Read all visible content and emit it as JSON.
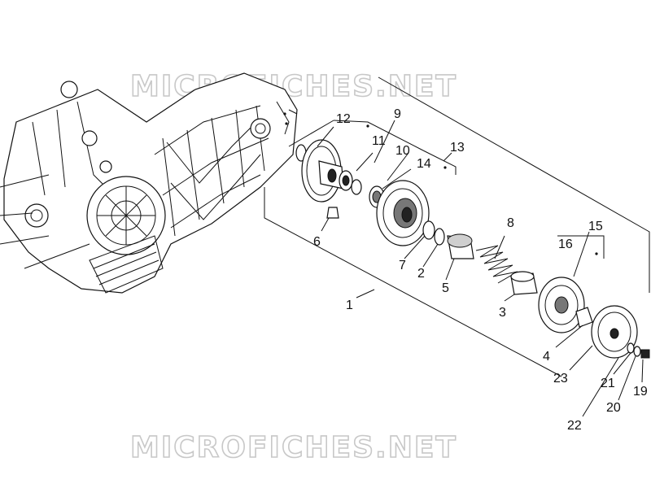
{
  "watermark": {
    "top": "MICROFICHES.NET",
    "bottom": "MICROFICHES.NET"
  },
  "callouts": [
    {
      "id": "1",
      "label": "1"
    },
    {
      "id": "2",
      "label": "2"
    },
    {
      "id": "3",
      "label": "3"
    },
    {
      "id": "4",
      "label": "4"
    },
    {
      "id": "5",
      "label": "5"
    },
    {
      "id": "6",
      "label": "6"
    },
    {
      "id": "7",
      "label": "7"
    },
    {
      "id": "8",
      "label": "8"
    },
    {
      "id": "9",
      "label": "9"
    },
    {
      "id": "10",
      "label": "10"
    },
    {
      "id": "11",
      "label": "11"
    },
    {
      "id": "12",
      "label": "12"
    },
    {
      "id": "13",
      "label": "13"
    },
    {
      "id": "14",
      "label": "14"
    },
    {
      "id": "15",
      "label": "15"
    },
    {
      "id": "16",
      "label": "16"
    },
    {
      "id": "19",
      "label": "19"
    },
    {
      "id": "20",
      "label": "20"
    },
    {
      "id": "21",
      "label": "21"
    },
    {
      "id": "22",
      "label": "22"
    },
    {
      "id": "23",
      "label": "23"
    }
  ]
}
